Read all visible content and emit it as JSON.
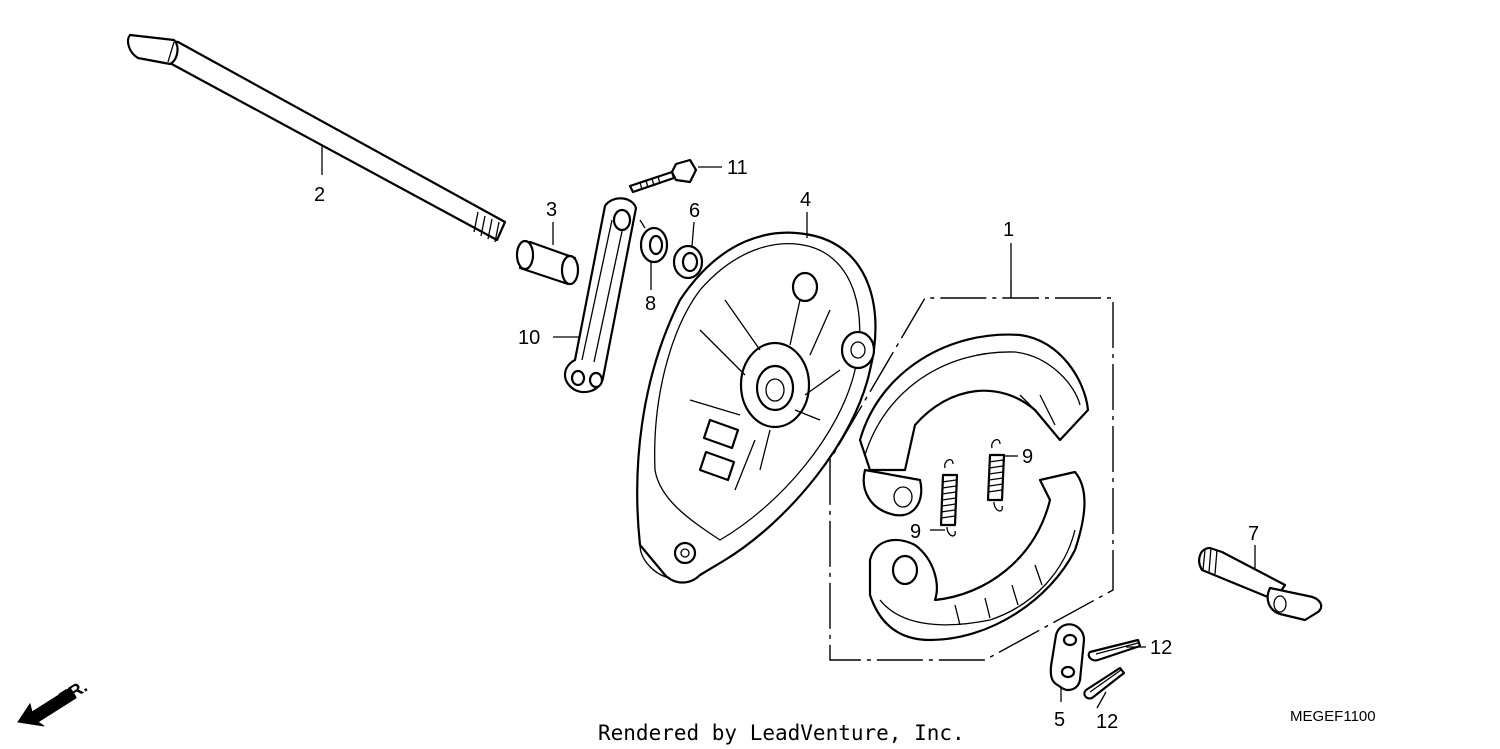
{
  "callouts": {
    "c1": "1",
    "c2": "2",
    "c3": "3",
    "c4": "4",
    "c5": "5",
    "c6": "6",
    "c7": "7",
    "c8": "8",
    "c9a": "9",
    "c9b": "9",
    "c10": "10",
    "c11": "11",
    "c12a": "12",
    "c12b": "12"
  },
  "front_indicator": {
    "label": "FR.",
    "icon": "front-arrow-icon"
  },
  "credit": "Rendered by LeadVenture, Inc.",
  "diagram_code": "MEGEF1100"
}
